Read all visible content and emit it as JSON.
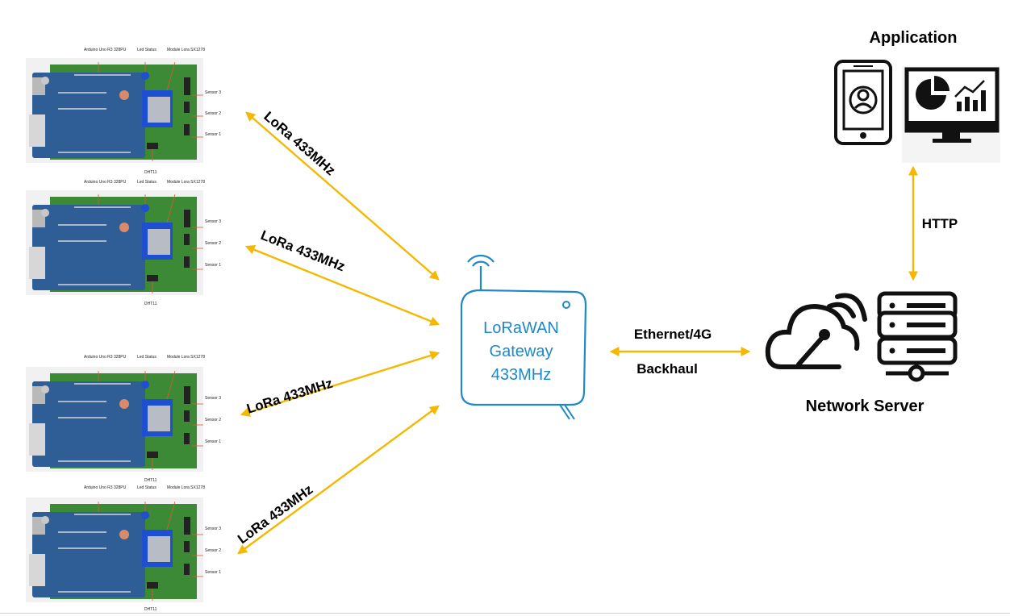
{
  "gateway": {
    "line1": "LoRaWAN",
    "line2": "Gateway",
    "line3": "433MHz"
  },
  "links": {
    "lora_1": "LoRa 433MHz",
    "lora_2": "LoRa 433MHz",
    "lora_3": "LoRa 433MHz",
    "lora_4": "LoRa 433MHz",
    "backhaul_top": "Ethernet/4G",
    "backhaul_bottom": "Backhaul",
    "http": "HTTP"
  },
  "network_server": {
    "label": "Network Server"
  },
  "application": {
    "label": "Application"
  },
  "boards": [
    {
      "arduino": "Arduino Uno R3 328PU",
      "led": "Led Status",
      "module": "Module Lora SX1278",
      "s3": "Sensor 3",
      "s2": "Sensor 2",
      "s1": "Sensor 1",
      "dht": "DHT11"
    },
    {
      "arduino": "Arduino Uno R3 328PU",
      "led": "Led Status",
      "module": "Module Lora SX1278",
      "s3": "Sensor 3",
      "s2": "Sensor 2",
      "s1": "Sensor 1",
      "dht": "DHT11"
    },
    {
      "arduino": "Arduino Uno R3 328PU",
      "led": "Led Status",
      "module": "Module Lora SX1278",
      "s3": "Sensor 3",
      "s2": "Sensor 2",
      "s1": "Sensor 1",
      "dht": "DHT11"
    },
    {
      "arduino": "Arduino Uno R3 328PU",
      "led": "Led Status",
      "module": "Module Lora SX1278",
      "s3": "Sensor 3",
      "s2": "Sensor 2",
      "s1": "Sensor 1",
      "dht": "DHT11"
    }
  ],
  "colors": {
    "link": "#f5b800",
    "gateway": "#1e88c8",
    "pcb": "#3c8a35",
    "arduino": "#2f5d96",
    "module": "#1d4fd0"
  }
}
